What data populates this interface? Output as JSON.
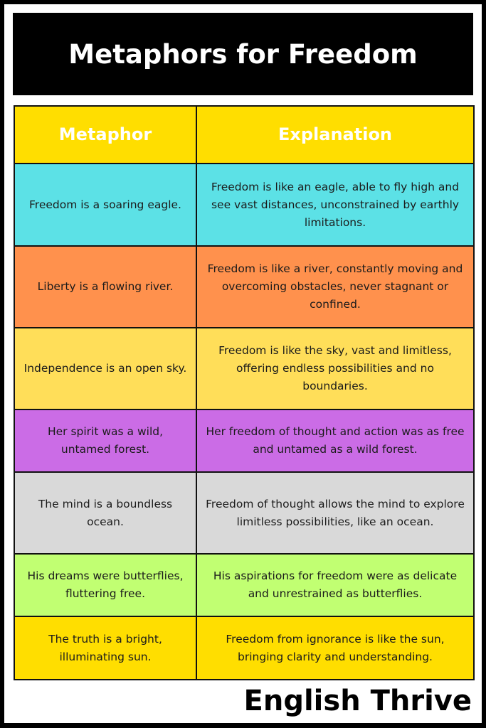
{
  "title": "Metaphors for Freedom",
  "table": {
    "headers": [
      "Metaphor",
      "Explanation"
    ],
    "header_colors": [
      "#FFE000",
      "#FFDA00"
    ],
    "rows": [
      {
        "metaphor": "Freedom is a soaring eagle.",
        "explanation": "Freedom is like an eagle, able to fly high and see vast distances, unconstrained by earthly limitations.",
        "color": "#5CE1E6",
        "height": 116
      },
      {
        "metaphor": "Liberty is a flowing river.",
        "explanation": "Freedom is like a river, constantly moving and overcoming obstacles, never stagnant or confined.",
        "color": "#FF914D",
        "height": 115
      },
      {
        "metaphor": "Independence is an open sky.",
        "explanation": "Freedom is like the sky, vast and limitless, offering endless possibilities and no boundaries.",
        "color": "#FFDE59",
        "height": 115
      },
      {
        "metaphor": "Her spirit was a wild, untamed forest.",
        "explanation": "Her freedom of thought and action was as free and untamed as a wild forest.",
        "color": "#CB6CE6",
        "height": 88
      },
      {
        "metaphor": "The mind is a boundless ocean.",
        "explanation": "Freedom of thought allows the mind to explore limitless possibilities, like an ocean.",
        "color": "#D9D9D9",
        "height": 115
      },
      {
        "metaphor": "His dreams were butterflies, fluttering free.",
        "explanation": "His aspirations for freedom were as delicate and unrestrained as butterflies.",
        "color": "#C1FF72",
        "height": 88
      },
      {
        "metaphor": "The truth is a bright, illuminating sun.",
        "explanation": "Freedom from ignorance is like the sun, bringing clarity and understanding.",
        "color": "#FFDE00",
        "height": 89
      }
    ]
  },
  "brand": "English Thrive"
}
